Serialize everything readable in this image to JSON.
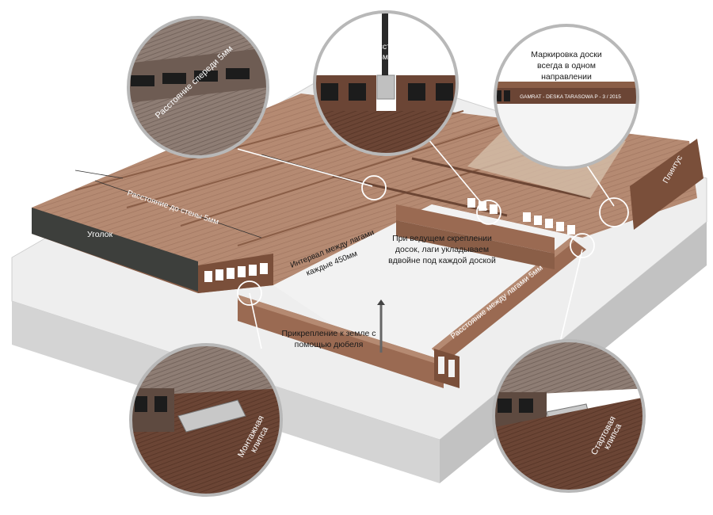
{
  "labels": {
    "gap_front": "Расстояние спереди 5мм",
    "side_gap_line1": "Боковое расстояние  5 или",
    "side_gap_line2": "3мм",
    "marking_line1": "Маркировка доски",
    "marking_line2": "всегда в одном",
    "marking_line3": "направлении",
    "board_print": "GAMRAT - DESKA TARASOWA P - 3 / 2015",
    "plinth": "Плинтус",
    "corner": "Уголок",
    "wall_gap": "Расстояние до стены 5мм",
    "joist_interval_line1": "Интервал между лагами",
    "joist_interval_line2": "каждые 450мм",
    "double_joist_line1": "При ведущем скреплении",
    "double_joist_line2": "досок, лаги укладываем",
    "double_joist_line3": "вдвойне под каждой доской",
    "joist_gap": "Расстояние между лагами 5мм",
    "anchor_line1": "Прикрепление к земле с",
    "anchor_line2": "помощью дюбеля",
    "mount_clip_line1": "Монтажная",
    "mount_clip_line2": "клипса",
    "start_clip_line1": "Стартовая",
    "start_clip_line2": "клипса"
  },
  "colors": {
    "board": "#b58a72",
    "board_dark": "#8a5e47",
    "board_side": "#7a4f3a",
    "joist": "#9a6a52",
    "slab_top": "#eeeeee",
    "slab_side": "#d0d0d0",
    "corner_strip": "#3d3f3c",
    "magnifier_border": "#b8b8b8"
  }
}
